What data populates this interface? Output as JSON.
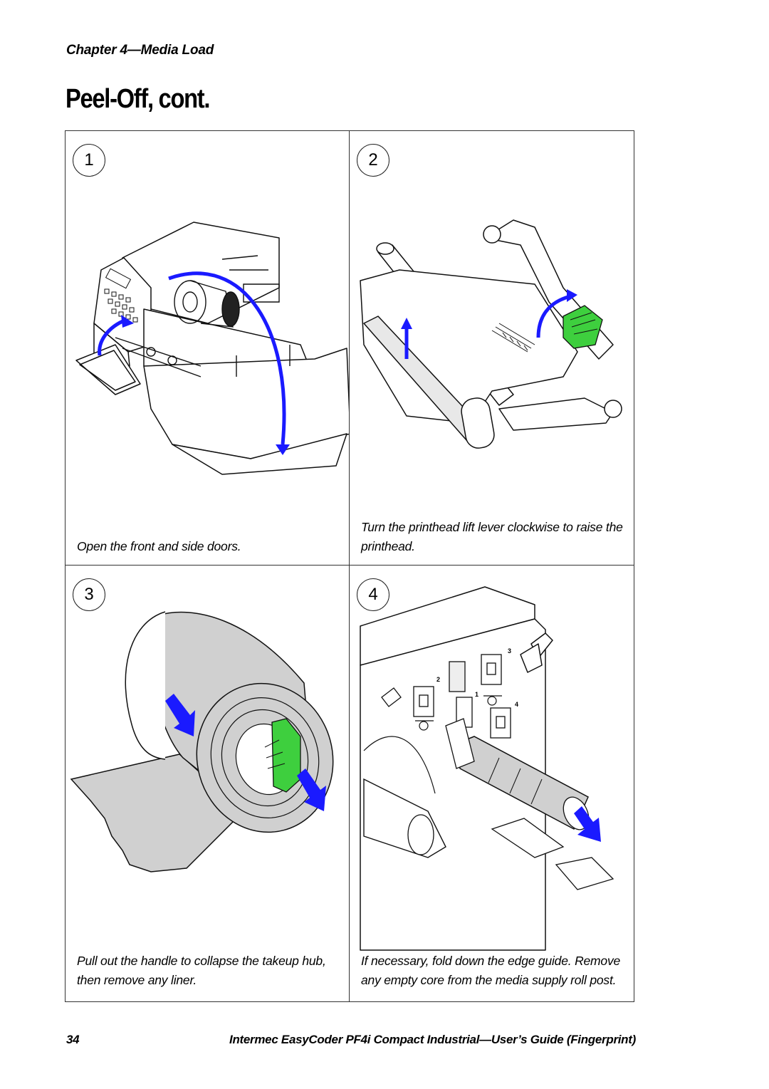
{
  "header": {
    "chapter": "Chapter 4—Media Load",
    "title": "Peel-Off, cont."
  },
  "steps": [
    {
      "number": "1",
      "caption": "Open the front and side doors."
    },
    {
      "number": "2",
      "caption": "Turn the printhead lift lever clockwise to raise the printhead."
    },
    {
      "number": "3",
      "caption": "Pull out the handle to collapse the takeup hub, then remove any liner."
    },
    {
      "number": "4",
      "caption": "If necessary, fold down the edge guide. Remove any empty core from the media supply roll post."
    }
  ],
  "figure_labels": {
    "slot_2": "2",
    "slot_3": "3",
    "slot_1": "1",
    "slot_4": "4"
  },
  "footer": {
    "page_number": "34",
    "text": "Intermec EasyCoder PF4i Compact Industrial—User’s Guide (Fingerprint)"
  },
  "colors": {
    "arrow": "#1a1aff",
    "highlight": "#3ecf3e",
    "gray_fill": "#d0d0d0"
  }
}
